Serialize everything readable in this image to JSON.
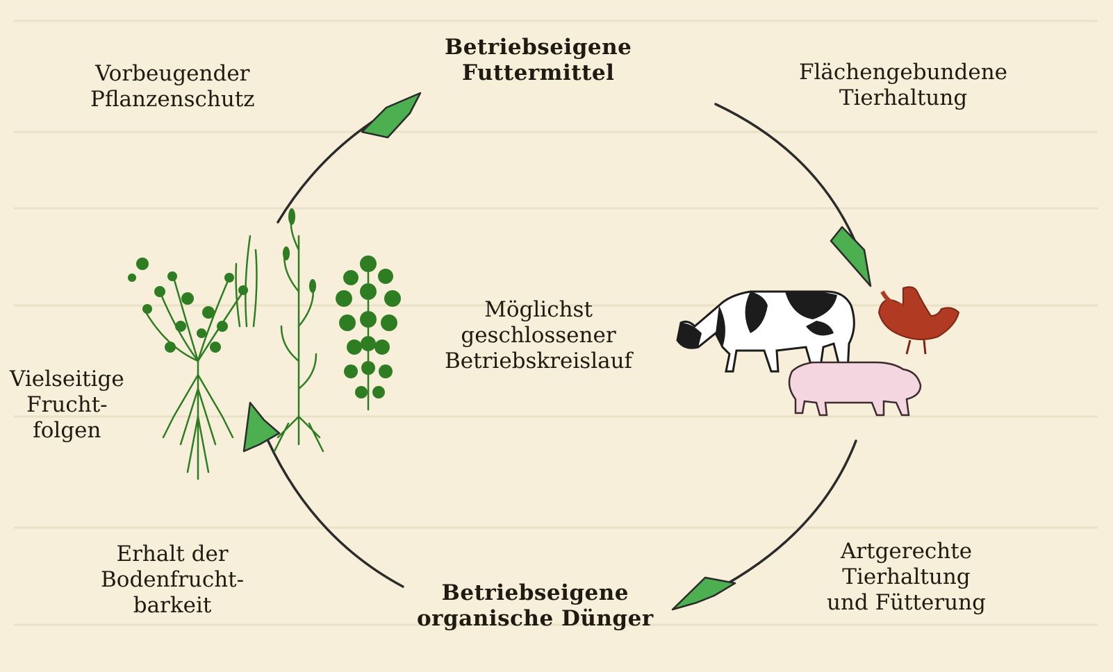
{
  "diagram": {
    "center": [
      "Möglichst",
      "geschlossener",
      "Betriebskreislauf"
    ],
    "top": [
      "Betriebseigene",
      "Futtermittel"
    ],
    "bottom": [
      "Betriebseigene",
      "organische Dünger"
    ],
    "top_left": [
      "Vorbeugender",
      "Pflanzenschutz"
    ],
    "top_right": [
      "Flächengebundene",
      "Tierhaltung"
    ],
    "left": [
      "Vielseitige",
      "Frucht-",
      "folgen"
    ],
    "bottom_left": [
      "Erhalt der",
      "Bodenfrucht-",
      "barkeit"
    ],
    "bottom_right": [
      "Artgerechte",
      "Tierhaltung",
      "und Fütterung"
    ]
  },
  "colors": {
    "arrow_fill": "#4caf50",
    "arc_stroke": "#2b2b2b",
    "plant_green": "#2f7d22",
    "rooster": "#b03a22",
    "pig": "#f3d6df",
    "cow_black": "#1c1c1c"
  },
  "icons": [
    "plants-illustration",
    "cow-icon",
    "rooster-icon",
    "pig-icon"
  ]
}
